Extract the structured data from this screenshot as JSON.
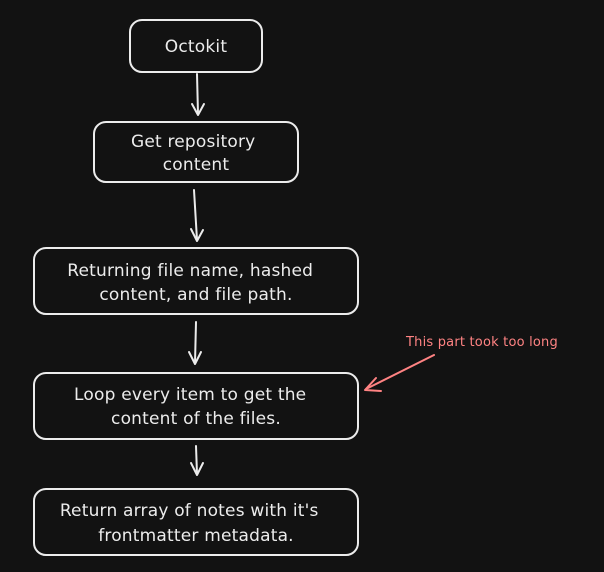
{
  "diagram": {
    "background": "#121212",
    "stroke_color": "#ececec",
    "annotation_color": "#ff8383",
    "nodes": [
      {
        "id": "octokit",
        "lines": [
          "Octokit"
        ]
      },
      {
        "id": "get-repository-content",
        "lines": [
          "Get repository",
          "content"
        ]
      },
      {
        "id": "returning-file-details",
        "lines": [
          "Returning file name, hashed",
          "content, and file path."
        ]
      },
      {
        "id": "loop-every-item",
        "lines": [
          "Loop every item to get the",
          "content of the files."
        ]
      },
      {
        "id": "return-array-of-notes",
        "lines": [
          "Return array of notes with it's",
          "frontmatter metadata."
        ]
      }
    ],
    "edges": [
      {
        "from": "octokit",
        "to": "get-repository-content"
      },
      {
        "from": "get-repository-content",
        "to": "returning-file-details"
      },
      {
        "from": "returning-file-details",
        "to": "loop-every-item"
      },
      {
        "from": "loop-every-item",
        "to": "return-array-of-notes"
      }
    ],
    "annotation": {
      "text": "This part took too long",
      "target": "loop-every-item"
    }
  }
}
